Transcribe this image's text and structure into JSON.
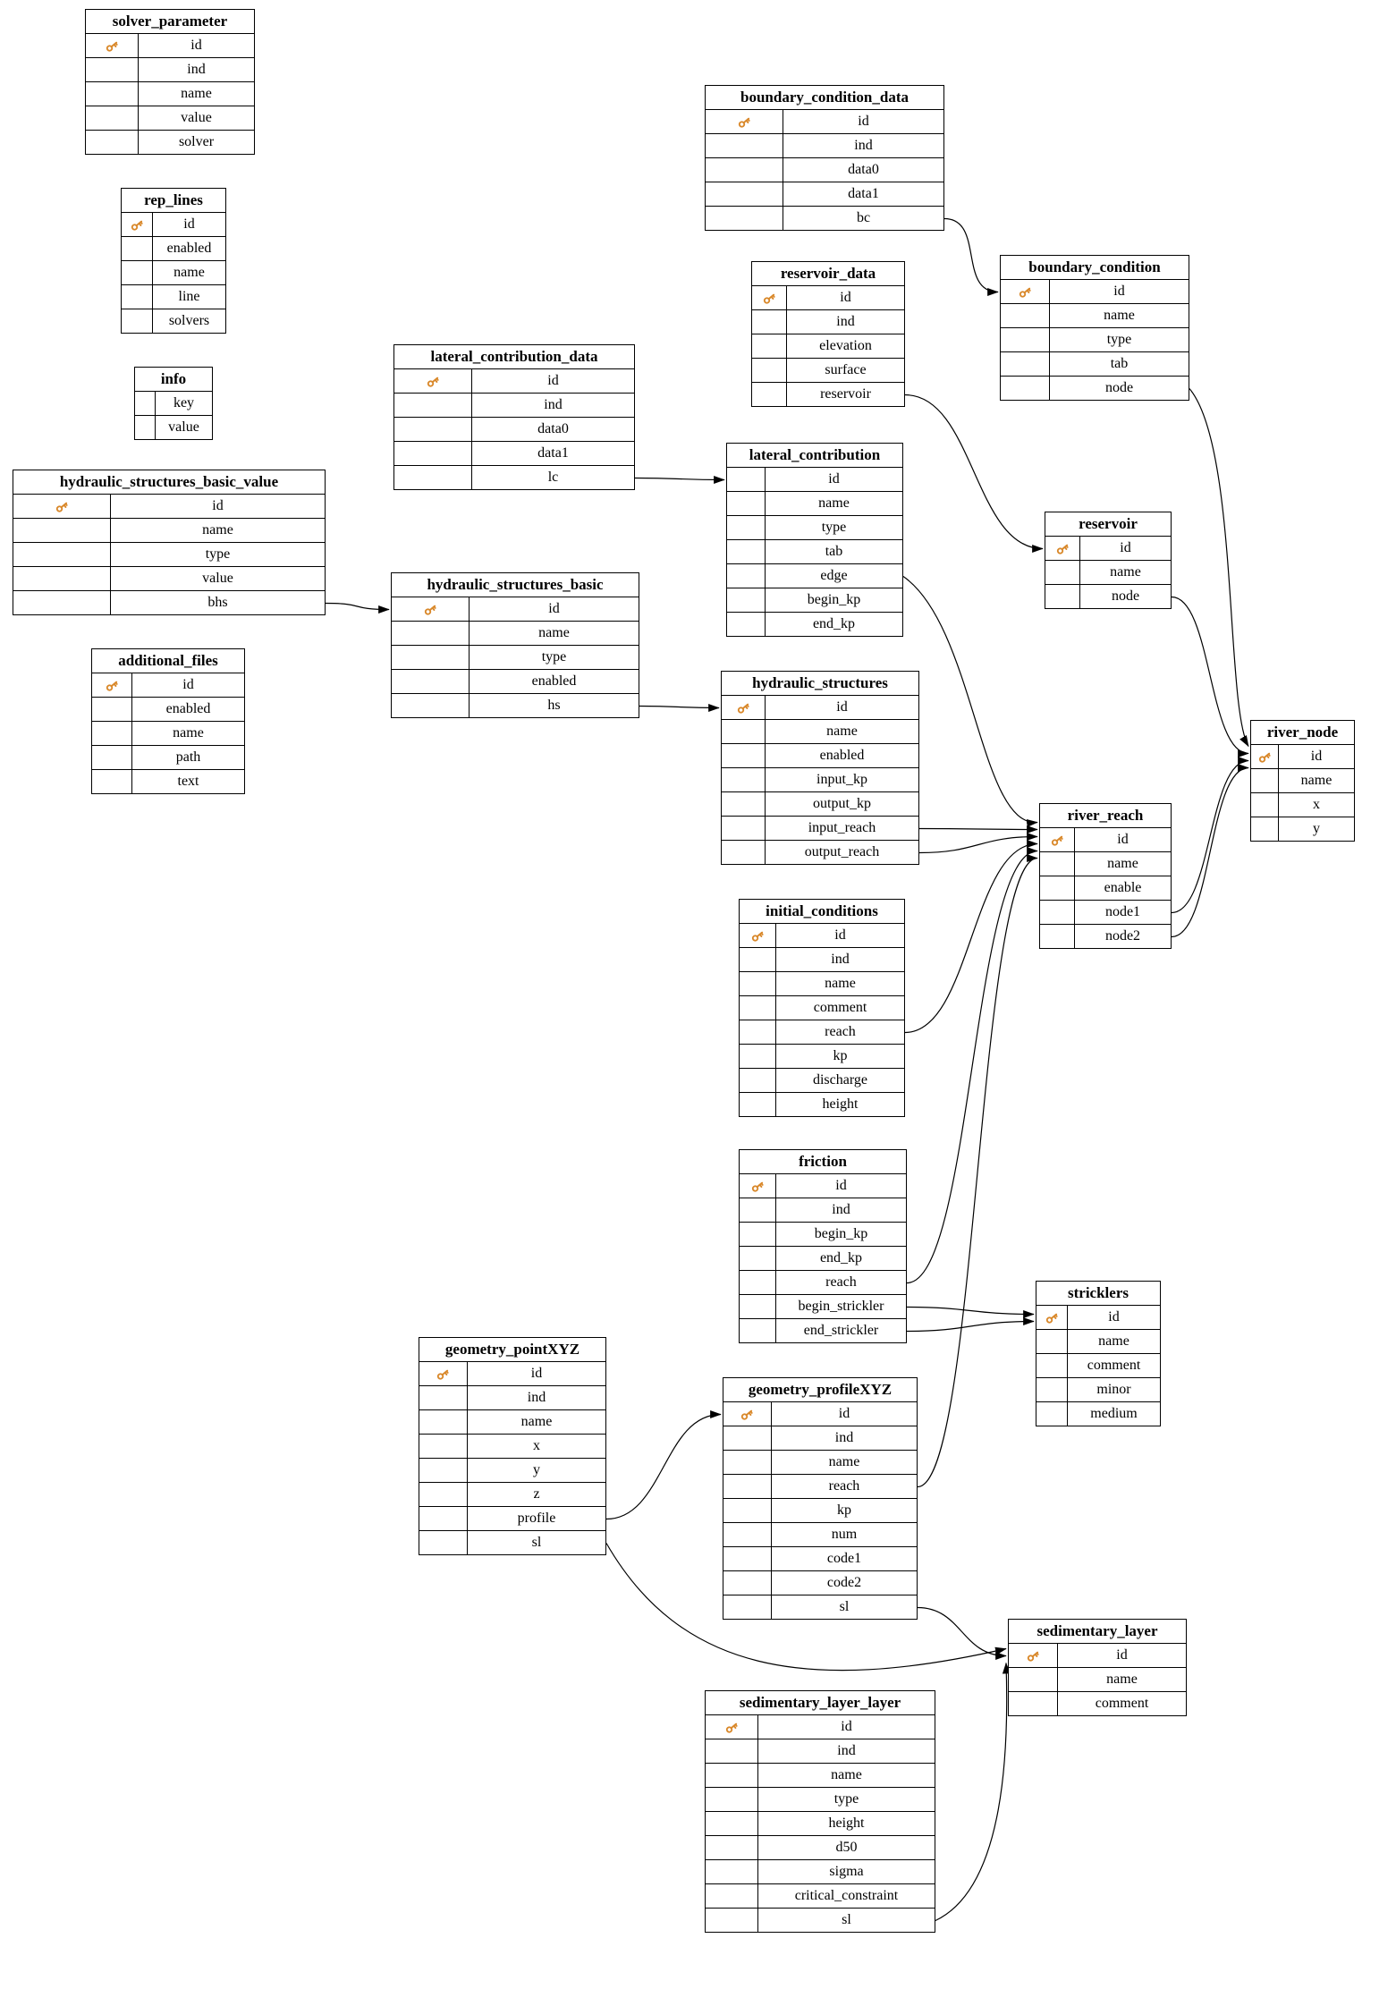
{
  "diagram": {
    "type": "database-schema",
    "colors": {
      "key_icon": "#D9882A",
      "border": "#000000",
      "edge": "#000000",
      "background": "#FFFFFF"
    },
    "tables": [
      {
        "name": "solver_parameter",
        "fields": [
          {
            "name": "id",
            "pk": true
          },
          {
            "name": "ind"
          },
          {
            "name": "name"
          },
          {
            "name": "value"
          },
          {
            "name": "solver"
          }
        ]
      },
      {
        "name": "rep_lines",
        "fields": [
          {
            "name": "id",
            "pk": true
          },
          {
            "name": "enabled"
          },
          {
            "name": "name"
          },
          {
            "name": "line"
          },
          {
            "name": "solvers"
          }
        ]
      },
      {
        "name": "info",
        "fields": [
          {
            "name": "key"
          },
          {
            "name": "value"
          }
        ]
      },
      {
        "name": "hydraulic_structures_basic_value",
        "fields": [
          {
            "name": "id",
            "pk": true
          },
          {
            "name": "name"
          },
          {
            "name": "type"
          },
          {
            "name": "value"
          },
          {
            "name": "bhs"
          }
        ]
      },
      {
        "name": "additional_files",
        "fields": [
          {
            "name": "id",
            "pk": true
          },
          {
            "name": "enabled"
          },
          {
            "name": "name"
          },
          {
            "name": "path"
          },
          {
            "name": "text"
          }
        ]
      },
      {
        "name": "lateral_contribution_data",
        "fields": [
          {
            "name": "id",
            "pk": true
          },
          {
            "name": "ind"
          },
          {
            "name": "data0"
          },
          {
            "name": "data1"
          },
          {
            "name": "lc"
          }
        ]
      },
      {
        "name": "hydraulic_structures_basic",
        "fields": [
          {
            "name": "id",
            "pk": true
          },
          {
            "name": "name"
          },
          {
            "name": "type"
          },
          {
            "name": "enabled"
          },
          {
            "name": "hs"
          }
        ]
      },
      {
        "name": "boundary_condition_data",
        "fields": [
          {
            "name": "id",
            "pk": true
          },
          {
            "name": "ind"
          },
          {
            "name": "data0"
          },
          {
            "name": "data1"
          },
          {
            "name": "bc"
          }
        ]
      },
      {
        "name": "reservoir_data",
        "fields": [
          {
            "name": "id",
            "pk": true
          },
          {
            "name": "ind"
          },
          {
            "name": "elevation"
          },
          {
            "name": "surface"
          },
          {
            "name": "reservoir"
          }
        ]
      },
      {
        "name": "lateral_contribution",
        "fields": [
          {
            "name": "id"
          },
          {
            "name": "name"
          },
          {
            "name": "type"
          },
          {
            "name": "tab"
          },
          {
            "name": "edge"
          },
          {
            "name": "begin_kp"
          },
          {
            "name": "end_kp"
          }
        ]
      },
      {
        "name": "hydraulic_structures",
        "fields": [
          {
            "name": "id",
            "pk": true
          },
          {
            "name": "name"
          },
          {
            "name": "enabled"
          },
          {
            "name": "input_kp"
          },
          {
            "name": "output_kp"
          },
          {
            "name": "input_reach"
          },
          {
            "name": "output_reach"
          }
        ]
      },
      {
        "name": "initial_conditions",
        "fields": [
          {
            "name": "id",
            "pk": true
          },
          {
            "name": "ind"
          },
          {
            "name": "name"
          },
          {
            "name": "comment"
          },
          {
            "name": "reach"
          },
          {
            "name": "kp"
          },
          {
            "name": "discharge"
          },
          {
            "name": "height"
          }
        ]
      },
      {
        "name": "friction",
        "fields": [
          {
            "name": "id",
            "pk": true
          },
          {
            "name": "ind"
          },
          {
            "name": "begin_kp"
          },
          {
            "name": "end_kp"
          },
          {
            "name": "reach"
          },
          {
            "name": "begin_strickler"
          },
          {
            "name": "end_strickler"
          }
        ]
      },
      {
        "name": "geometry_pointXYZ",
        "fields": [
          {
            "name": "id",
            "pk": true
          },
          {
            "name": "ind"
          },
          {
            "name": "name"
          },
          {
            "name": "x"
          },
          {
            "name": "y"
          },
          {
            "name": "z"
          },
          {
            "name": "profile"
          },
          {
            "name": "sl"
          }
        ]
      },
      {
        "name": "geometry_profileXYZ",
        "fields": [
          {
            "name": "id",
            "pk": true
          },
          {
            "name": "ind"
          },
          {
            "name": "name"
          },
          {
            "name": "reach"
          },
          {
            "name": "kp"
          },
          {
            "name": "num"
          },
          {
            "name": "code1"
          },
          {
            "name": "code2"
          },
          {
            "name": "sl"
          }
        ]
      },
      {
        "name": "boundary_condition",
        "fields": [
          {
            "name": "id",
            "pk": true
          },
          {
            "name": "name"
          },
          {
            "name": "type"
          },
          {
            "name": "tab"
          },
          {
            "name": "node"
          }
        ]
      },
      {
        "name": "reservoir",
        "fields": [
          {
            "name": "id",
            "pk": true
          },
          {
            "name": "name"
          },
          {
            "name": "node"
          }
        ]
      },
      {
        "name": "river_reach",
        "fields": [
          {
            "name": "id",
            "pk": true
          },
          {
            "name": "name"
          },
          {
            "name": "enable"
          },
          {
            "name": "node1"
          },
          {
            "name": "node2"
          }
        ]
      },
      {
        "name": "stricklers",
        "fields": [
          {
            "name": "id",
            "pk": true
          },
          {
            "name": "name"
          },
          {
            "name": "comment"
          },
          {
            "name": "minor"
          },
          {
            "name": "medium"
          }
        ]
      },
      {
        "name": "river_node",
        "fields": [
          {
            "name": "id",
            "pk": true
          },
          {
            "name": "name"
          },
          {
            "name": "x"
          },
          {
            "name": "y"
          }
        ]
      },
      {
        "name": "sedimentary_layer",
        "fields": [
          {
            "name": "id",
            "pk": true
          },
          {
            "name": "name"
          },
          {
            "name": "comment"
          }
        ]
      },
      {
        "name": "sedimentary_layer_layer",
        "fields": [
          {
            "name": "id",
            "pk": true
          },
          {
            "name": "ind"
          },
          {
            "name": "name"
          },
          {
            "name": "type"
          },
          {
            "name": "height"
          },
          {
            "name": "d50"
          },
          {
            "name": "sigma"
          },
          {
            "name": "critical_constraint"
          },
          {
            "name": "sl"
          }
        ]
      }
    ],
    "relationships": [
      {
        "from": "boundary_condition_data.bc",
        "to": "boundary_condition"
      },
      {
        "from": "reservoir_data.reservoir",
        "to": "reservoir"
      },
      {
        "from": "lateral_contribution_data.lc",
        "to": "lateral_contribution"
      },
      {
        "from": "hydraulic_structures_basic_value.bhs",
        "to": "hydraulic_structures_basic"
      },
      {
        "from": "hydraulic_structures_basic.hs",
        "to": "hydraulic_structures"
      },
      {
        "from": "lateral_contribution.edge",
        "to": "river_reach"
      },
      {
        "from": "hydraulic_structures.input_reach",
        "to": "river_reach"
      },
      {
        "from": "hydraulic_structures.output_reach",
        "to": "river_reach"
      },
      {
        "from": "initial_conditions.reach",
        "to": "river_reach"
      },
      {
        "from": "friction.reach",
        "to": "river_reach"
      },
      {
        "from": "geometry_profileXYZ.reach",
        "to": "river_reach"
      },
      {
        "from": "friction.begin_strickler",
        "to": "stricklers"
      },
      {
        "from": "friction.end_strickler",
        "to": "stricklers"
      },
      {
        "from": "geometry_pointXYZ.profile",
        "to": "geometry_profileXYZ"
      },
      {
        "from": "geometry_pointXYZ.sl",
        "to": "sedimentary_layer"
      },
      {
        "from": "geometry_profileXYZ.sl",
        "to": "sedimentary_layer"
      },
      {
        "from": "sedimentary_layer_layer.sl",
        "to": "sedimentary_layer"
      },
      {
        "from": "boundary_condition.node",
        "to": "river_node"
      },
      {
        "from": "reservoir.node",
        "to": "river_node"
      },
      {
        "from": "river_reach.node1",
        "to": "river_node"
      },
      {
        "from": "river_reach.node2",
        "to": "river_node"
      }
    ]
  }
}
